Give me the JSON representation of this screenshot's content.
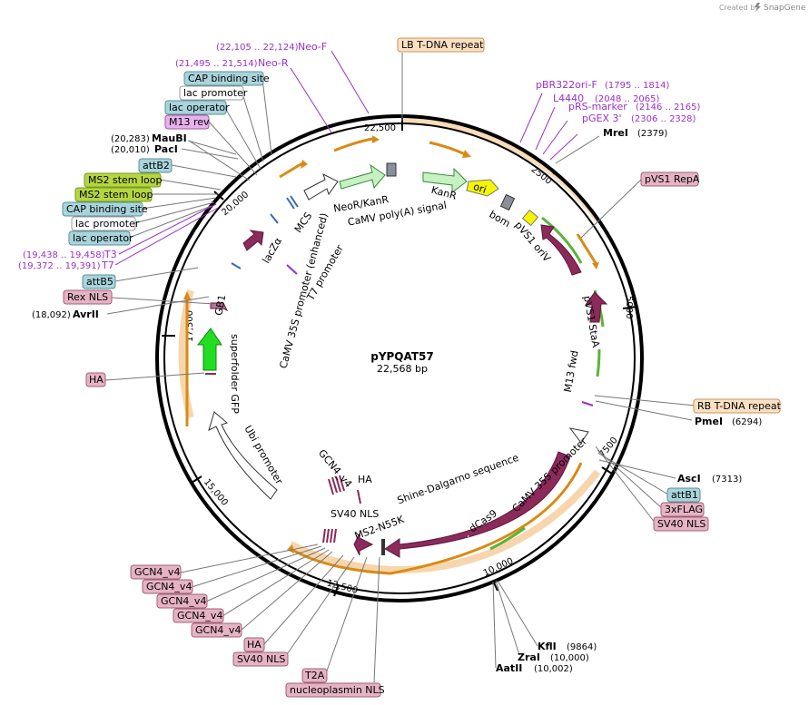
{
  "header": {
    "created_by": "Created by",
    "brand": "SnapGene"
  },
  "plasmid": {
    "name": "pYPQAT57",
    "size_label": "22,568 bp"
  },
  "ticks": [
    "22,500",
    "2500",
    "5000",
    "7500",
    "10,000",
    "12,500",
    "15,000",
    "17,500",
    "20,000"
  ],
  "inner_labels": {
    "neor": "NeoR/KanR",
    "camv_polya": "CaMV poly(A) signal",
    "kanr": "KanR",
    "ori": "ori",
    "bom": "bom",
    "pvs1_oriv": "pVS1 oriV",
    "pvs1_stab": "pVS1 StaA",
    "m13fwd": "M13 fwd",
    "camv35s_right": "CaMV 35S promoter",
    "dcas9": "dCas9",
    "shine": "Shine-Dalgarno sequence",
    "ms2": "MS2-N55K",
    "sv40": "SV40 NLS",
    "ha": "HA",
    "gcn4": "GCN4_v4",
    "ubi": "Ubi promoter",
    "sfgfp": "superfolder GFP",
    "camv35s_left": "CaMV 35S promoter (enhanced)",
    "gb1": "GB1",
    "t7": "T7 promoter",
    "lacz": "lacZα",
    "mcs": "MCS"
  },
  "features_left": [
    {
      "text": "CAP binding site",
      "kind": "blue"
    },
    {
      "text": "lac promoter",
      "kind": "white"
    },
    {
      "text": "lac operator",
      "kind": "blue"
    },
    {
      "text": "M13 rev",
      "kind": "purple"
    },
    {
      "text": "attB2",
      "kind": "blue"
    },
    {
      "text": "MS2 stem loop",
      "kind": "green"
    },
    {
      "text": "MS2 stem loop",
      "kind": "green"
    },
    {
      "text": "CAP binding site",
      "kind": "blue"
    },
    {
      "text": "lac promoter",
      "kind": "white"
    },
    {
      "text": "lac operator",
      "kind": "blue"
    },
    {
      "text": "attB5",
      "kind": "blue"
    },
    {
      "text": "Rex NLS",
      "kind": "pink"
    },
    {
      "text": "HA",
      "kind": "pink"
    }
  ],
  "features_bottom": [
    {
      "text": "GCN4_v4"
    },
    {
      "text": "GCN4_v4"
    },
    {
      "text": "GCN4_v4"
    },
    {
      "text": "GCN4_v4"
    },
    {
      "text": "GCN4_v4"
    },
    {
      "text": "HA"
    },
    {
      "text": "SV40 NLS"
    },
    {
      "text": "T2A"
    },
    {
      "text": "nucleoplasmin NLS"
    }
  ],
  "features_top": [
    {
      "text": "LB T-DNA repeat",
      "kind": "orange"
    }
  ],
  "features_right": [
    {
      "text": "pVS1 RepA",
      "kind": "pink"
    },
    {
      "text": "RB T-DNA repeat",
      "kind": "orange"
    },
    {
      "text": "attB1",
      "kind": "blue"
    },
    {
      "text": "3xFLAG",
      "kind": "pink"
    },
    {
      "text": "SV40 NLS",
      "kind": "pink"
    }
  ],
  "primers": [
    {
      "name": "Neo-F",
      "range": "(22,105 .. 22,124)"
    },
    {
      "name": "Neo-R",
      "range": "(21,495 .. 21,514)"
    },
    {
      "name": "T3",
      "range": "(19,438 .. 19,458)"
    },
    {
      "name": "T7",
      "range": "(19,372 .. 19,391)"
    },
    {
      "name": "pBR322ori-F",
      "range": "(1795 .. 1814)"
    },
    {
      "name": "L4440",
      "range": "(2048 .. 2065)"
    },
    {
      "name": "pRS-marker",
      "range": "(2146 .. 2165)"
    },
    {
      "name": "pGEX 3'",
      "range": "(2306 .. 2328)"
    }
  ],
  "enzymes": [
    {
      "name": "MauBI",
      "pos": "(20,283)"
    },
    {
      "name": "PacI",
      "pos": "(20,010)"
    },
    {
      "name": "AvrII",
      "pos": "(18,092)"
    },
    {
      "name": "MreI",
      "pos": "(2379)"
    },
    {
      "name": "PmeI",
      "pos": "(6294)"
    },
    {
      "name": "AscI",
      "pos": "(7313)"
    },
    {
      "name": "KflI",
      "pos": "(9864)"
    },
    {
      "name": "ZraI",
      "pos": "(10,000)"
    },
    {
      "name": "AatII",
      "pos": "(10,002)"
    }
  ],
  "colors": {
    "backbone": "#000000",
    "feature_purple": "#8b2a5b",
    "tdna": "#f0a43a",
    "green_arrow": "#c8f0c0",
    "sfgfp": "#22dd22",
    "ori": "#f5f500",
    "box_blue": "#a9d4dc",
    "box_pink": "#e5b3c3",
    "box_green": "#b5d640",
    "box_purple": "#e8b0ec",
    "box_orange": "#fbe0c3",
    "primer": "#9b30c8"
  }
}
